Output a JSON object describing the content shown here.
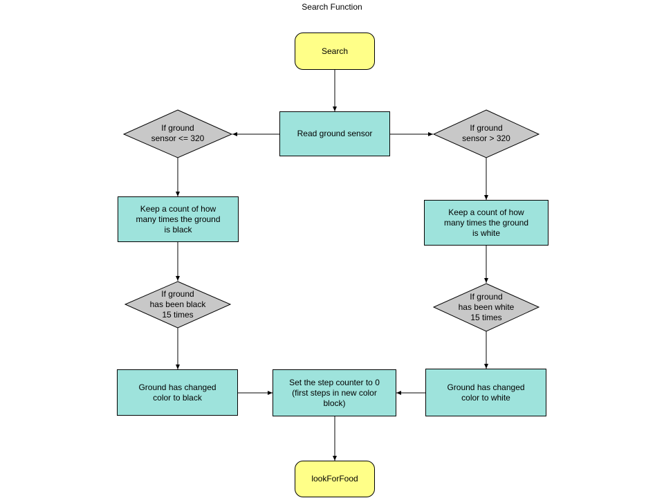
{
  "title": "Search Function",
  "colors": {
    "terminal_fill": "#ffff88",
    "process_fill": "#9ee3dc",
    "decision_fill": "#c8c8c8",
    "stroke": "#000000"
  },
  "nodes": {
    "start": "Search",
    "read_sensor": "Read ground sensor",
    "decision_black": "If ground\nsensor <= 320",
    "decision_white": "If ground\nsensor > 320",
    "count_black": "Keep a count of how\nmany times the ground\nis black",
    "count_white": "Keep a count of how\nmany times the ground\nis white",
    "decision_black_15": "If ground\nhas been black\n15 times",
    "decision_white_15": "If ground\nhas been white\n15 times",
    "changed_black": "Ground has changed\ncolor to black",
    "changed_white": "Ground has changed\ncolor to white",
    "reset_counter": "Set the step counter to 0\n(first steps in new color\nblock)",
    "end": "lookForFood"
  }
}
